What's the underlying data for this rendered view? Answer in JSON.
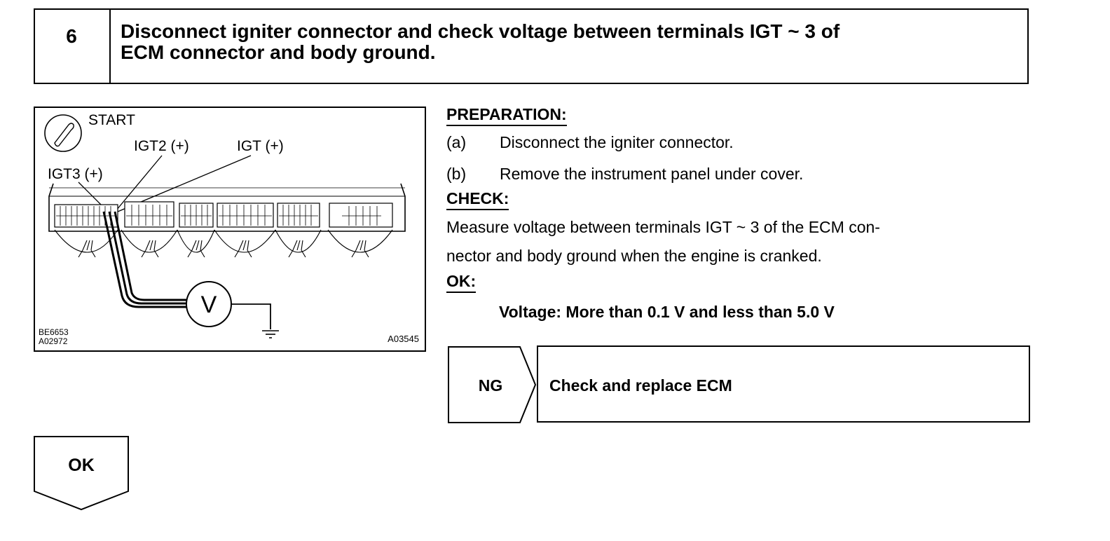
{
  "step": {
    "number": "6",
    "title_line1": "Disconnect igniter connector and check voltage between terminals IGT ~ 3 of",
    "title_line2": "ECM connector and body ground."
  },
  "figure": {
    "start_label": "START",
    "igt2_label": "IGT2 (+)",
    "igt_label": "IGT (+)",
    "igt3_label": "IGT3 (+)",
    "meter_symbol": "V",
    "code_left_1": "BE6653",
    "code_left_2": "A02972",
    "code_right": "A03545"
  },
  "preparation": {
    "heading": "PREPARATION:",
    "a_tag": "(a)",
    "a_text": "Disconnect the igniter connector.",
    "b_tag": "(b)",
    "b_text": "Remove the instrument panel under cover."
  },
  "check": {
    "heading": "CHECK:",
    "line1": "Measure voltage between terminals IGT ~ 3 of the ECM con-",
    "line2": "nector and body ground when the engine is cranked."
  },
  "ok_spec": {
    "heading": "OK:",
    "value": "Voltage: More than 0.1 V and less than 5.0 V"
  },
  "ng_result": {
    "label": "NG",
    "action": "Check and replace ECM"
  },
  "ok_result": {
    "label": "OK"
  }
}
